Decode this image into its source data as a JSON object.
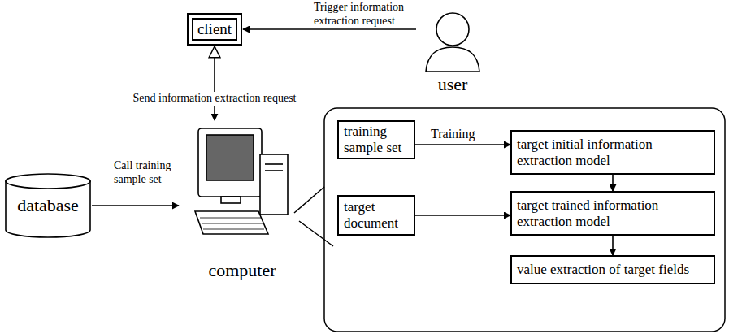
{
  "diagram": {
    "nodes": [
      {
        "text": [
          "client"
        ]
      },
      {
        "text": [
          "user"
        ]
      },
      {
        "text": [
          "database"
        ]
      },
      {
        "text": [
          "computer"
        ]
      },
      {
        "text": [
          "training sample set"
        ]
      },
      {
        "text": [
          "target initial information extraction model"
        ]
      },
      {
        "text": [
          "target document"
        ]
      },
      {
        "text": [
          "target trained information extraction model"
        ]
      },
      {
        "text": [
          "value extraction of target fields"
        ]
      }
    ],
    "edges": [
      {
        "from": 1,
        "to": 0,
        "arrow": "to",
        "label": "Trigger information extraction request"
      },
      {
        "from": 0,
        "to": 3,
        "arrow": "both",
        "label": "Send information extraction request"
      },
      {
        "from": 2,
        "to": 3,
        "arrow": "to",
        "label": "Call training sample set"
      },
      {
        "from": 4,
        "to": 5,
        "arrow": "to",
        "label": "Training"
      },
      {
        "from": 5,
        "to": 7,
        "arrow": "to"
      },
      {
        "from": 6,
        "to": 7,
        "arrow": "to"
      },
      {
        "from": 7,
        "to": 8,
        "arrow": "to"
      }
    ]
  }
}
